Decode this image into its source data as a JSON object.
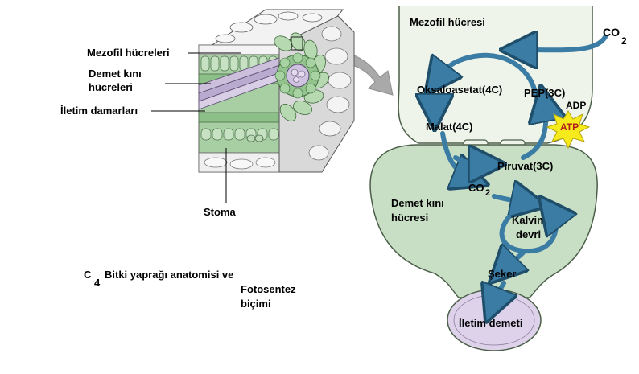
{
  "leaf_labels": {
    "mesophyll": "Mezofil hücreleri",
    "bundle_sheath_line1": "Demet kını",
    "bundle_sheath_line2": "hücreleri",
    "vascular": "İletim damarları",
    "stoma": "Stoma"
  },
  "caption": {
    "c": "C",
    "sub": "4",
    "line1": "Bitki yaprağı anatomisi ve",
    "line2": "Fotosentez",
    "line3": "biçimi"
  },
  "cycle_labels": {
    "mesophyll_cell": "Mezofil hücresi",
    "co2_in": "CO",
    "co2_in_sub": "2",
    "oxaloacetate": "Oksaloasetat(4C)",
    "pep": "PEP(3C)",
    "adp": "ADP",
    "atp": "ATP",
    "malate": "Malat(4C)",
    "pyruvate": "Piruvat(3C)",
    "co2_released": "CO",
    "co2_released_sub": "2",
    "bundle_sheath_cell_line1": "Demet kını",
    "bundle_sheath_cell_line2": "hücresi",
    "calvin_line1": "Kalvin",
    "calvin_line2": "devri",
    "sugar": "Şeker",
    "vascular_bundle": "İletim demeti"
  },
  "colors": {
    "mesophyll_fill": "#eff4ea",
    "bundle_sheath_fill": "#c8dfc5",
    "vascular_fill": "#ddd2ea",
    "arrow_blue": "#3b7ca4",
    "atp_yellow": "#f6ea1c"
  }
}
